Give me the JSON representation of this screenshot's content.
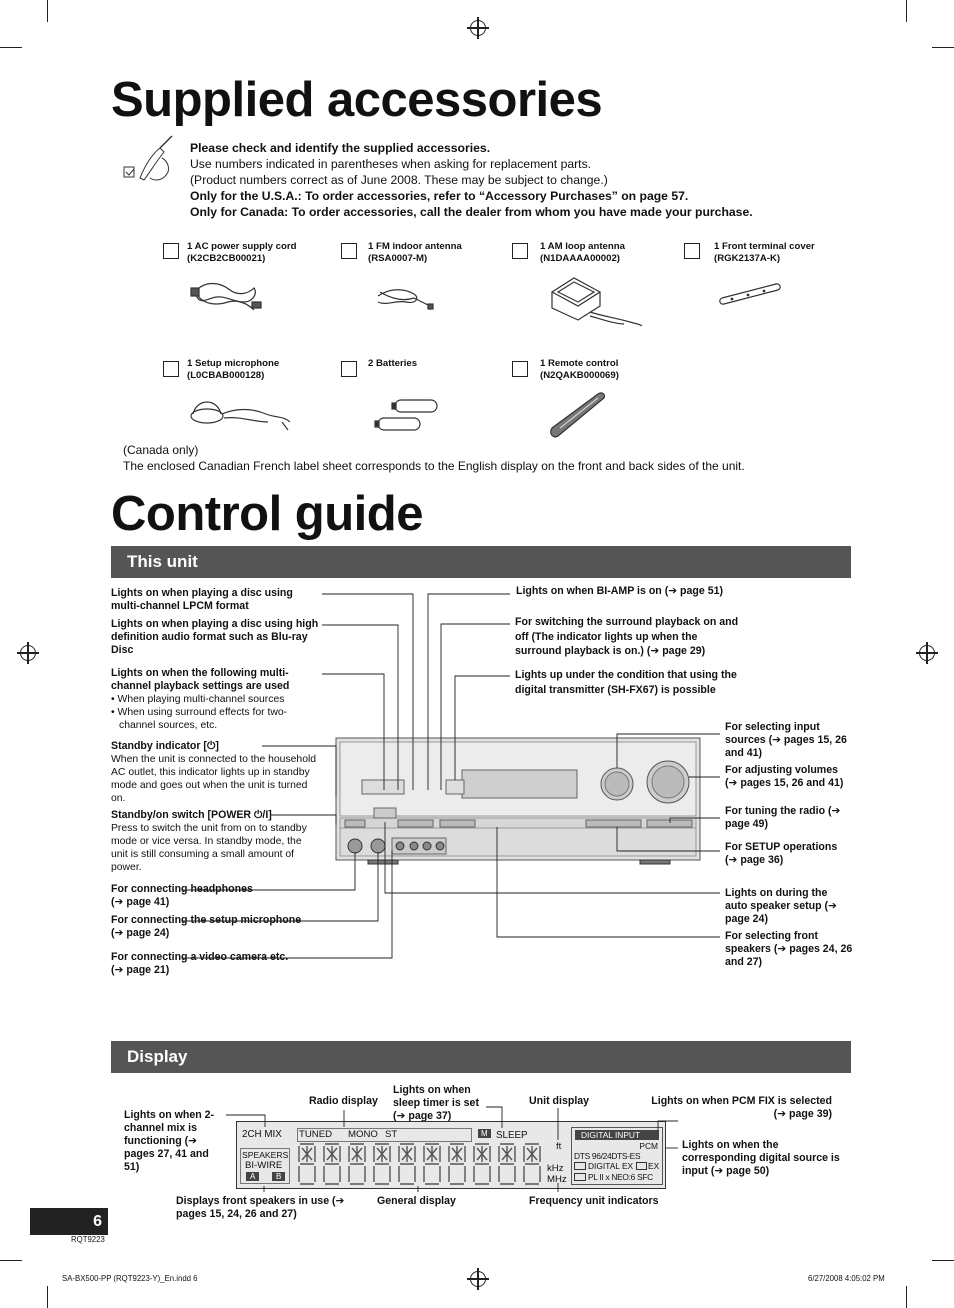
{
  "accessories": {
    "title": "Supplied accessories",
    "intro_l1": "Please check and identify the supplied accessories.",
    "intro_l2": "Use numbers indicated in parentheses when asking for replacement parts.",
    "intro_l3": "(Product numbers correct as of June 2008. These may be subject to change.)",
    "intro_l4": "Only for the U.S.A.: To order accessories, refer to “Accessory Purchases” on page 57.",
    "intro_l5": "Only for Canada: To order accessories, call the dealer from whom you have made your purchase.",
    "items": [
      {
        "name": "1 AC power supply cord",
        "code": "(K2CB2CB00021)"
      },
      {
        "name": "1 FM indoor antenna",
        "code": "(RSA0007-M)"
      },
      {
        "name": "1 AM loop antenna",
        "code": "(N1DAAAA00002)"
      },
      {
        "name": "1 Front terminal cover",
        "code": "(RGK2137A-K)"
      },
      {
        "name": "1 Setup microphone",
        "code": "(L0CBAB000128)"
      },
      {
        "name": "2 Batteries",
        "code": ""
      },
      {
        "name": "1 Remote control",
        "code": "(N2QAKB000069)"
      }
    ],
    "canada_only": "(Canada only)",
    "canada_note": "The enclosed Canadian French label sheet corresponds to the English display on the front and back sides of the unit."
  },
  "control": {
    "title": "Control guide",
    "this_unit": "This unit",
    "left": {
      "l1": "Lights on when playing a disc using multi-channel LPCM format",
      "l2": "Lights on when playing a disc using high definition audio format such as Blu-ray Disc",
      "l3": "Lights on when the following multi-channel playback settings are used",
      "l3b1": "• When playing multi-channel sources",
      "l3b2": "• When using surround effects for two-channel sources, etc.",
      "l4t": "Standby indicator [⏻]",
      "l4": "When the unit is connected to the household AC outlet, this indicator lights up in standby mode and goes out when the unit is turned on.",
      "l5t": "Standby/on switch [POWER ⏻/I]",
      "l5": "Press to switch the unit from on to standby mode or vice versa. In standby mode, the unit is still consuming a small amount of power.",
      "l6": "For connecting headphones",
      "l6p": "(➔ page 41)",
      "l7": "For connecting the setup microphone",
      "l7p": "(➔ page 24)",
      "l8": "For connecting a video camera etc.",
      "l8p": "(➔ page 21)"
    },
    "top": {
      "t1": "Lights on when BI-AMP is on (➔ page 51)",
      "t2": "For switching the surround playback on and off (The indicator lights up when the surround playback is on.) (➔ page 29)",
      "t3": "Lights up under the condition that using the digital transmitter (SH-FX67) is possible"
    },
    "right": {
      "r1": "For selecting input sources (➔ pages 15, 26 and 41)",
      "r2": "For adjusting volumes (➔ pages 15, 26 and 41)",
      "r3": "For tuning the radio (➔ page 49)",
      "r4": "For SETUP operations (➔ page 36)",
      "r5": "Lights on during the auto speaker setup (➔ page 24)",
      "r6": "For selecting front speakers (➔ pages 24, 26 and 27)"
    },
    "display_band": "Display",
    "display": {
      "d1": "Lights on when 2-channel mix is functioning (➔ pages 27, 41 and 51)",
      "d2": "Radio display",
      "d3": "Lights on when sleep timer is set (➔ page 37)",
      "d4": "Unit display",
      "d5": "Lights on when PCM FIX is selected",
      "d5p": "(➔ page 39)",
      "d6": "Lights on when the corresponding digital source is input (➔ page 50)",
      "d7": "Displays front speakers in use (➔ pages 15, 24, 26 and 27)",
      "d8": "General display",
      "d9": "Frequency unit indicators"
    },
    "lcd": {
      "mix": "2CH MIX",
      "tuned": "TUNED",
      "mono": "MONO",
      "st": "ST",
      "m": "M",
      "sleep": "SLEEP",
      "speakers": "SPEAKERS",
      "biwire": "BI-WIRE",
      "a": "A",
      "b": "B",
      "ft": "ft",
      "khz": "kHz",
      "mhz": "MHz",
      "digital_input": "DIGITAL  INPUT",
      "pcm": "PCM",
      "dts": "DTS 96/24DTS-ES",
      "dex": "DIGITAL EX",
      "ex": "EX",
      "pl": "PL II x NEO:6 SFC"
    }
  },
  "footer": {
    "page": "6",
    "code": "RQT9223",
    "file": "SA-BX500-PP (RQT9223-Y)_En.indd   6",
    "date": "6/27/2008   4:05:02 PM"
  }
}
